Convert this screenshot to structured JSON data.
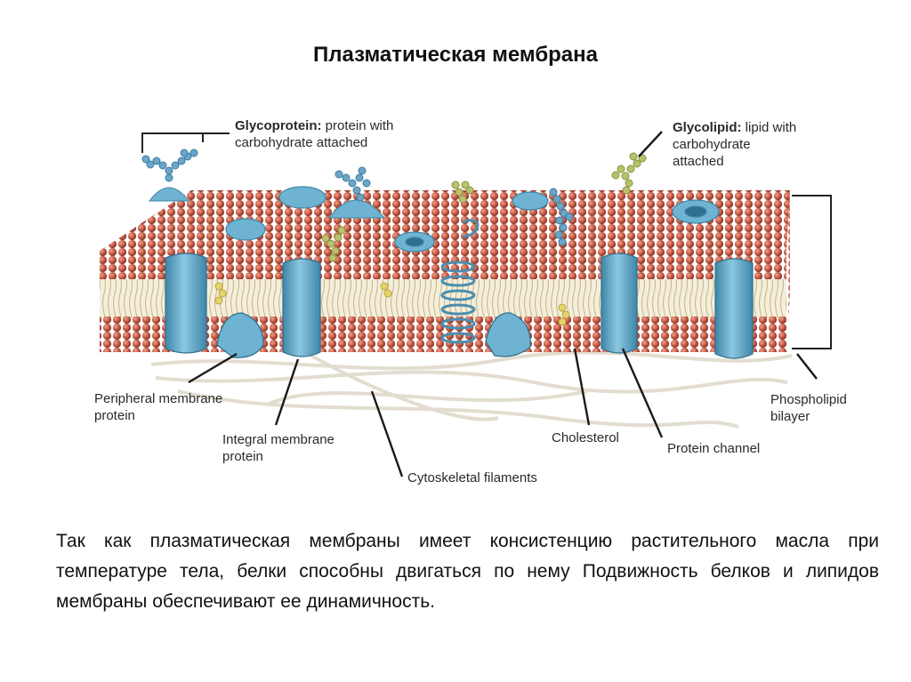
{
  "title": "Плазматическая мембрана",
  "labels": {
    "glycoprotein_term": "Glycoprotein:",
    "glycoprotein_rest1": " protein with",
    "glycoprotein_rest2": "carbohydrate attached",
    "glycolipid_term": "Glycolipid:",
    "glycolipid_rest1": " lipid with",
    "glycolipid_rest2": "carbohydrate",
    "glycolipid_rest3": "attached",
    "peripheral1": "Peripheral membrane",
    "peripheral2": "protein",
    "integral1": "Integral membrane",
    "integral2": "protein",
    "cytoskeletal": "Cytoskeletal filaments",
    "cholesterol": "Cholesterol",
    "protein_channel": "Protein channel",
    "phospholipid1": "Phospholipid",
    "phospholipid2": "bilayer"
  },
  "paragraph": "Так как плазматическая мембраны имеет консистенцию растительного масла при температуре тела, белки способны двигаться по нему Подвижность белков и липидов мембраны обеспечивают ее динамичность.",
  "colors": {
    "head": "#c8604a",
    "head_dark": "#8e3526",
    "protein": "#6fb3d2",
    "protein_dark": "#3f86a8",
    "carb_blue": "#6aa6c8",
    "carb_green": "#b8c26a",
    "cholesterol": "#e6d46a",
    "tail": "#e8dcb4",
    "filament": "#ddd8c8"
  }
}
